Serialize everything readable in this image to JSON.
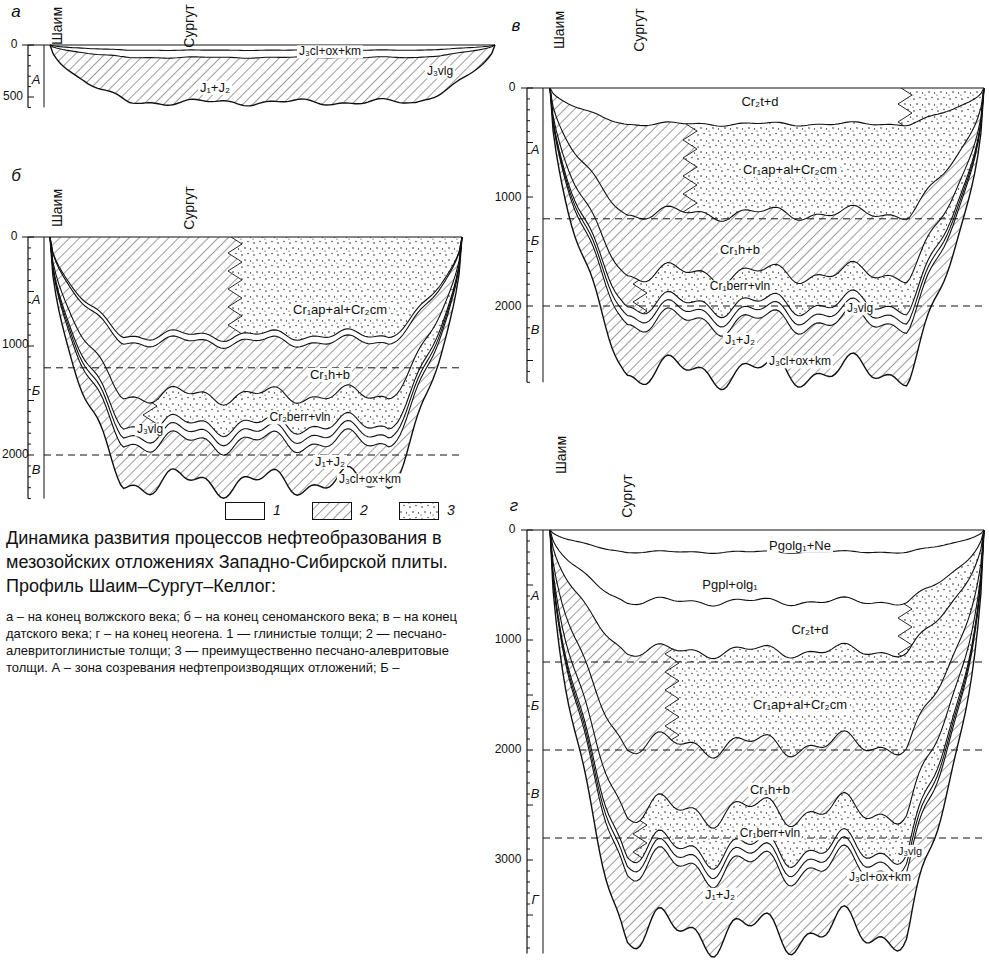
{
  "diagram": {
    "caption": "Динамика развития процессов нефтеобразования в мезозойских отложениях Западно-Сибирской плиты. Профиль Шаим–Сургут–Келлог:",
    "labels": [
      "а",
      "Шаим",
      "Сургут",
      "0",
      "500",
      "А",
      "J₃cl+ox+km",
      "J₁+J₂",
      "J₃vlg",
      "б",
      "Шаим",
      "Сургут",
      "0",
      "1000",
      "2000",
      "А",
      "Б",
      "В",
      "Cr₁ap+al+Cr₂cm",
      "Cr₁h+b",
      "Cr₂berr+vln",
      "J₃vlg",
      "J₁+J₂",
      "J₃cl+ox+km",
      "в",
      "Шаим",
      "Сургут",
      "0",
      "1000",
      "2000",
      "А",
      "Б",
      "В",
      "Cr₂t+d",
      "Cr₁ap+al+Cr₂cm",
      "Cr₁h+b",
      "Cr₁berr+vln",
      "J₃vlg",
      "J₁+J₂",
      "J₃cl+ox+km",
      "г",
      "Шаим",
      "Сургут",
      "0",
      "1000",
      "2000",
      "3000",
      "А",
      "Б",
      "В",
      "Г",
      "Pgolg₁+Ne",
      "Pgpl+olg₁",
      "Cr₂t+d",
      "Cr₁ap+al+Cr₂cm",
      "Cr₁h+b",
      "Cr₁berr+vln",
      "J₃vlg",
      "J₁+J₂",
      "J₃cl+ox+km",
      "а – на конец волжского века; б – на конец сеноманского века; в – на конец датского века; г – на конец неогена. 1 — глинистые толщи; 2 — песчано-алевритоглинистые толщи; 3 — преимущественно песчано-алевритовые толщи. А – зона созревания нефтепроизводящих отложений; Б –"
    ],
    "legend": [
      {
        "text": "1",
        "color": "#ffffff"
      },
      {
        "text": "2"
      },
      {
        "text": "3"
      }
    ]
  }
}
